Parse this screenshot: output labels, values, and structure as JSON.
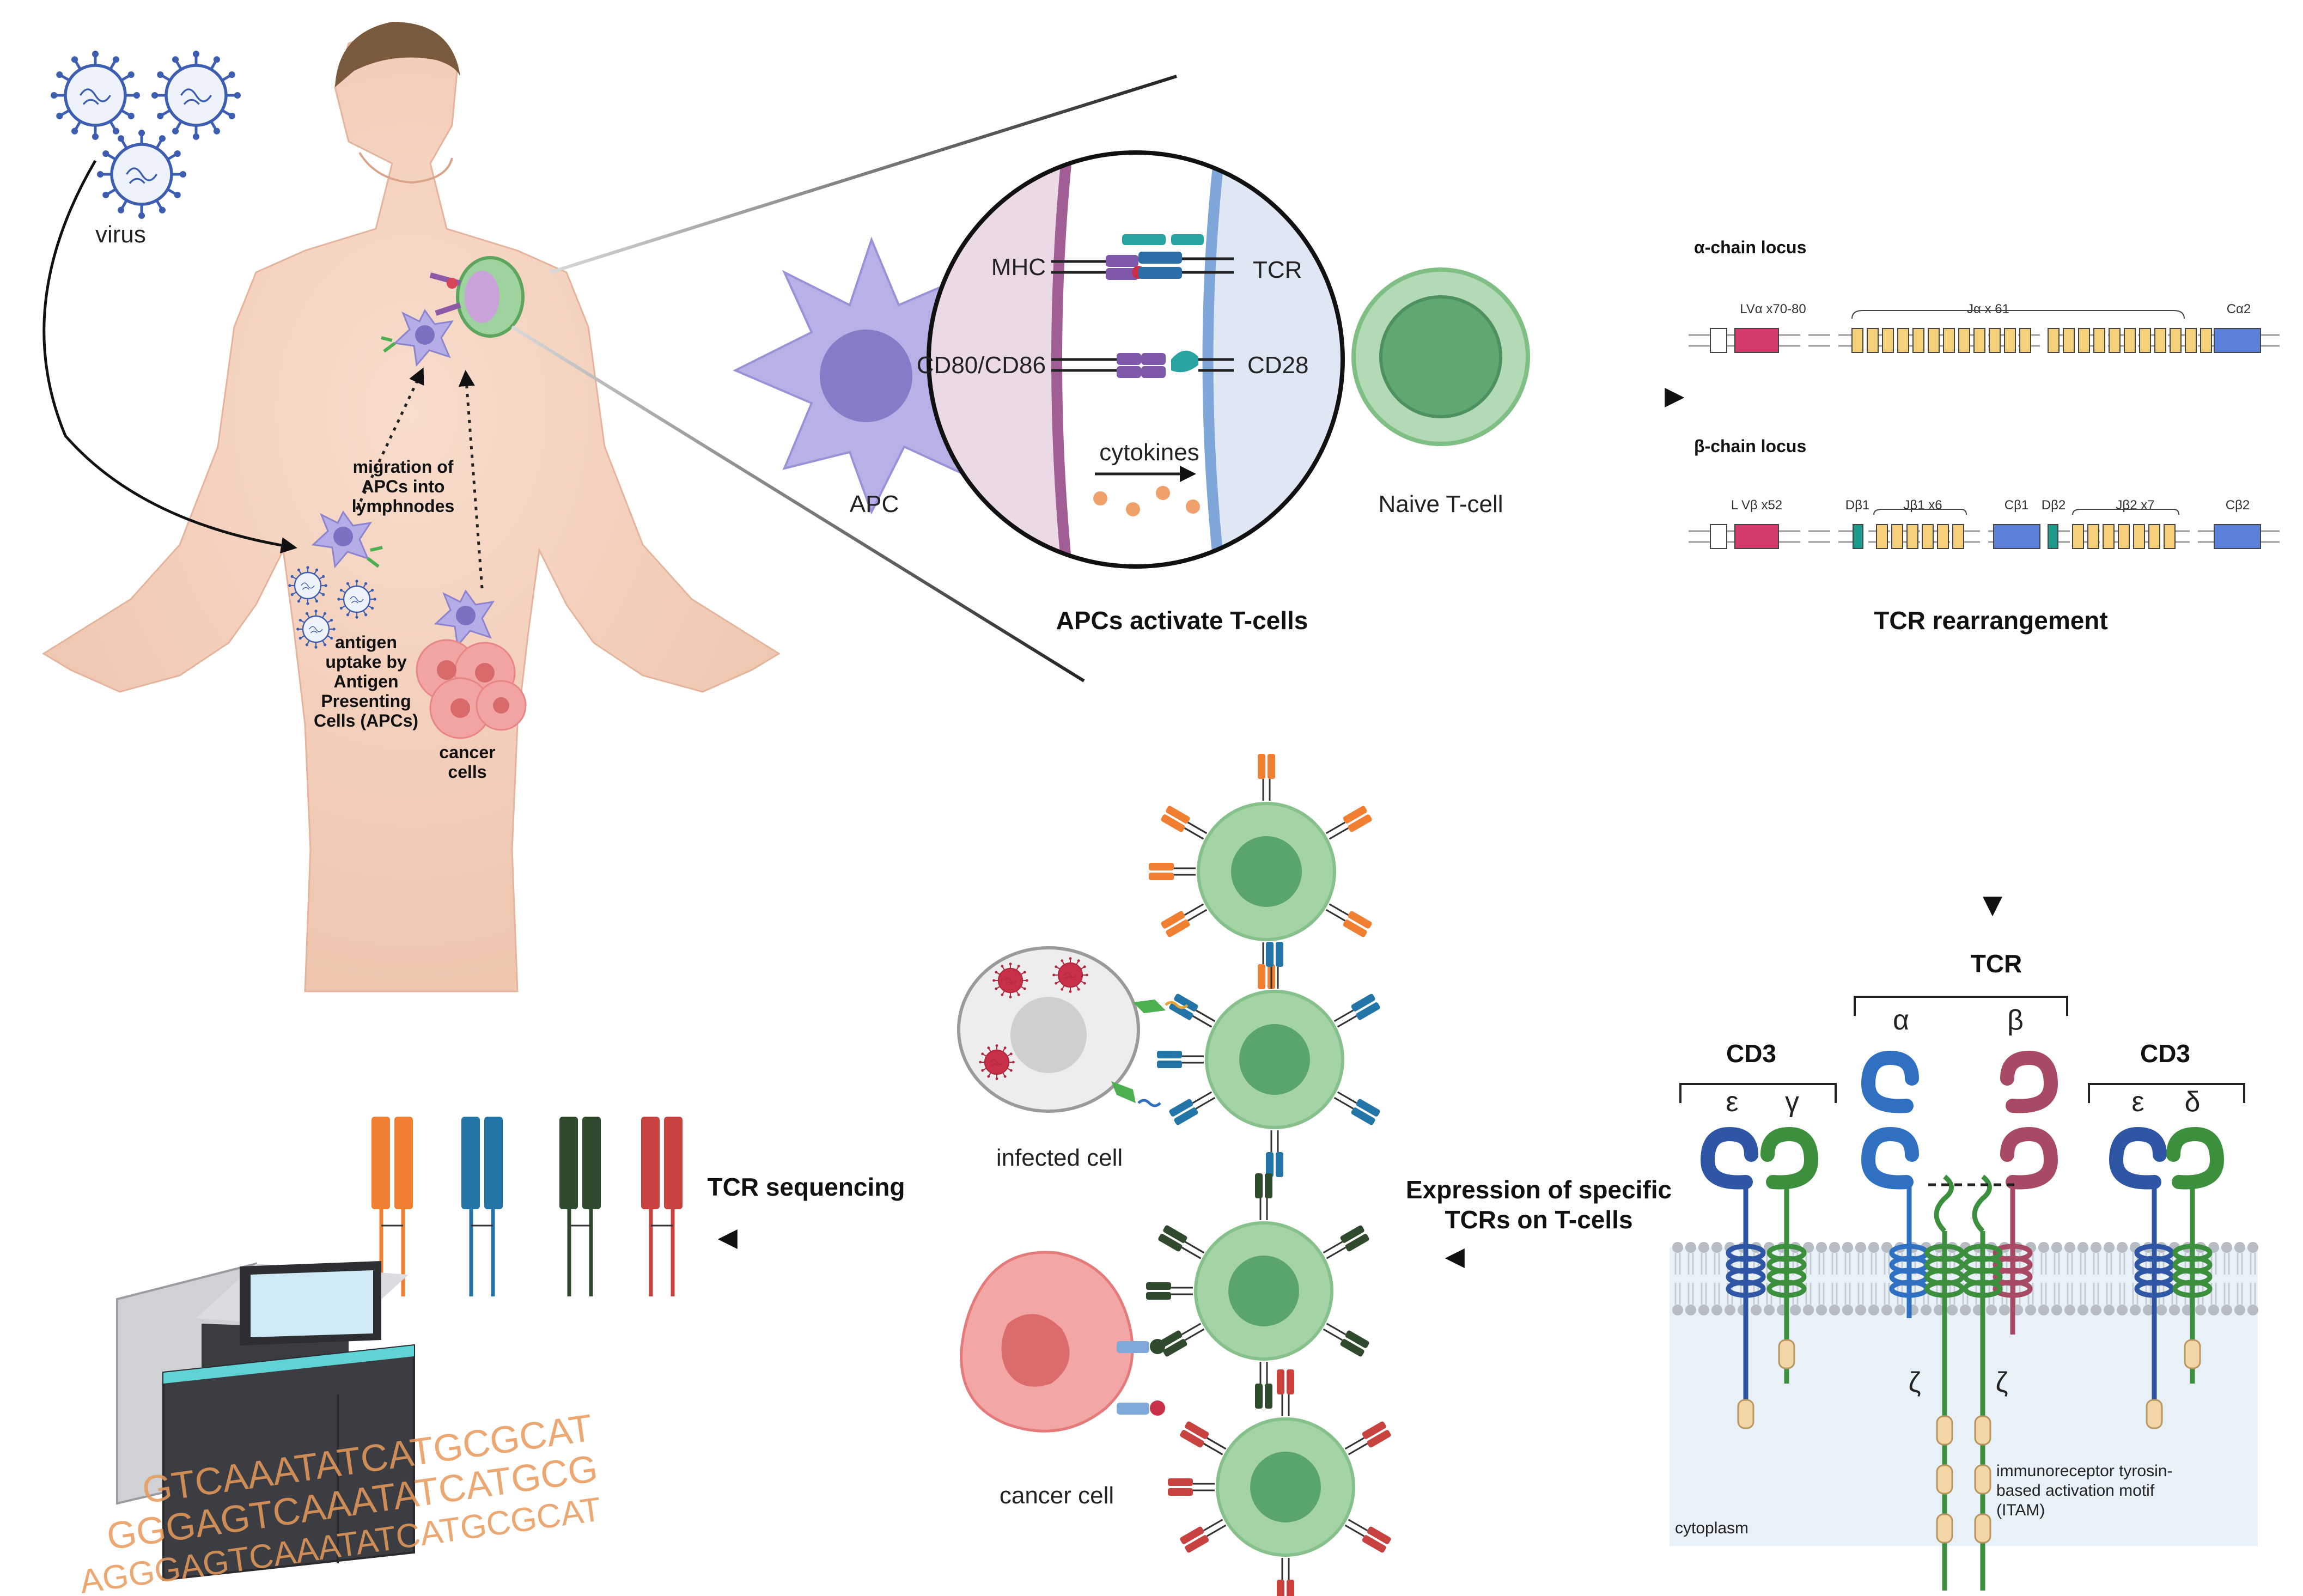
{
  "body_panel": {
    "virus": "virus",
    "migration": [
      "migration of",
      "APCs into",
      "lymphnodes"
    ],
    "antigen": [
      "antigen",
      "uptake by",
      "Antigen",
      "Presenting",
      "Cells (APCs)"
    ],
    "cancer": [
      "cancer",
      "cells"
    ]
  },
  "synapse": {
    "mhc": "MHC",
    "tcr": "TCR",
    "cd80": "CD80/CD86",
    "cd28": "CD28",
    "cytokines": "cytokines",
    "apc": "APC",
    "naive": "Naive T-cell",
    "caption": "APCs activate T-cells"
  },
  "locus": {
    "alpha_title": "α-chain locus",
    "alpha_genes": [
      "LVα x70-80",
      "Jα x 61",
      "Cα2"
    ],
    "beta_title": "β-chain locus",
    "beta_genes": [
      "L Vβ x52",
      "Dβ1",
      "Jβ1 x6",
      "Cβ1",
      "Dβ2",
      "Jβ2 x7",
      "Cβ2"
    ],
    "caption": "TCR rearrangement"
  },
  "complex": {
    "tcr": "TCR",
    "alpha": "α",
    "beta": "β",
    "cd3_left": "CD3",
    "cd3_right": "CD3",
    "epsilon_l": "ε",
    "gamma": "γ",
    "epsilon_r": "ε",
    "delta": "δ",
    "zeta_l": "ζ",
    "zeta_r": "ζ",
    "itam": [
      "immunoreceptor tyrosin-",
      "based activation motif",
      "(ITAM)"
    ],
    "cytoplasm": "cytoplasm"
  },
  "expression": {
    "caption": [
      "Expression of specific",
      "TCRs on T-cells"
    ],
    "infected": "infected cell",
    "cancer": "cancer cell"
  },
  "sequencing": {
    "caption": "TCR sequencing",
    "dna": [
      "GTCAAATATCATGCGCAT",
      "GGGAGTCAAATATCATGCG",
      "AGGGAGTCAAATATCATGCGCAT"
    ]
  },
  "colors": {
    "apc": "#aba6dd",
    "tcell": "#a5d3a8",
    "tcell_nucleus": "#5aa56e",
    "orange": "#f07f32",
    "blue": "#2375a8",
    "darkgreen": "#2f4a2c",
    "red": "#c8423f",
    "cd3_blue": "#2f56a5",
    "cd3_green": "#3c8f3c",
    "tcr_red": "#a84a64",
    "alpha_blue": "#2f70c2"
  }
}
